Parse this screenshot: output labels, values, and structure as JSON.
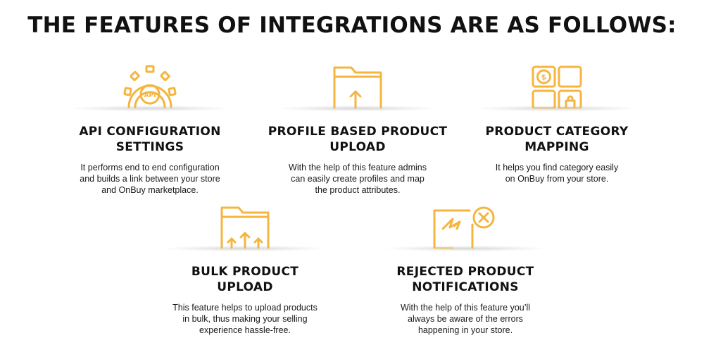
{
  "title": "THE FEATURES OF INTEGRATIONS ARE AS FOLLOWS:",
  "colors": {
    "accent": "#F5B53F",
    "text": "#111111",
    "background": "#FFFFFF"
  },
  "features": [
    {
      "icon": "api-gear-icon",
      "icon_label": "API",
      "heading": "API CONFIGURATION\nSETTINGS",
      "description": "It performs end to end configuration\nand builds a link between your store\nand OnBuy marketplace."
    },
    {
      "icon": "folder-upload-icon",
      "heading": "PROFILE BASED PRODUCT\nUPLOAD",
      "description": "With the help of this feature admins\ncan easily create profiles and map\nthe product attributes."
    },
    {
      "icon": "category-grid-icon",
      "icon_label": "$",
      "heading": "PRODUCT CATEGORY\nMAPPING",
      "description": "It helps you find category easily\non OnBuy from your store."
    },
    {
      "icon": "folder-bulk-upload-icon",
      "heading": "BULK PRODUCT\nUPLOAD",
      "description": "This feature helps to upload products\nin bulk, thus making your selling\nexperience hassle-free."
    },
    {
      "icon": "rejected-notification-icon",
      "heading": "REJECTED PRODUCT\nNOTIFICATIONS",
      "description": "With the help of this feature you’ll\nalways be aware of the errors\nhappening in your store."
    }
  ]
}
